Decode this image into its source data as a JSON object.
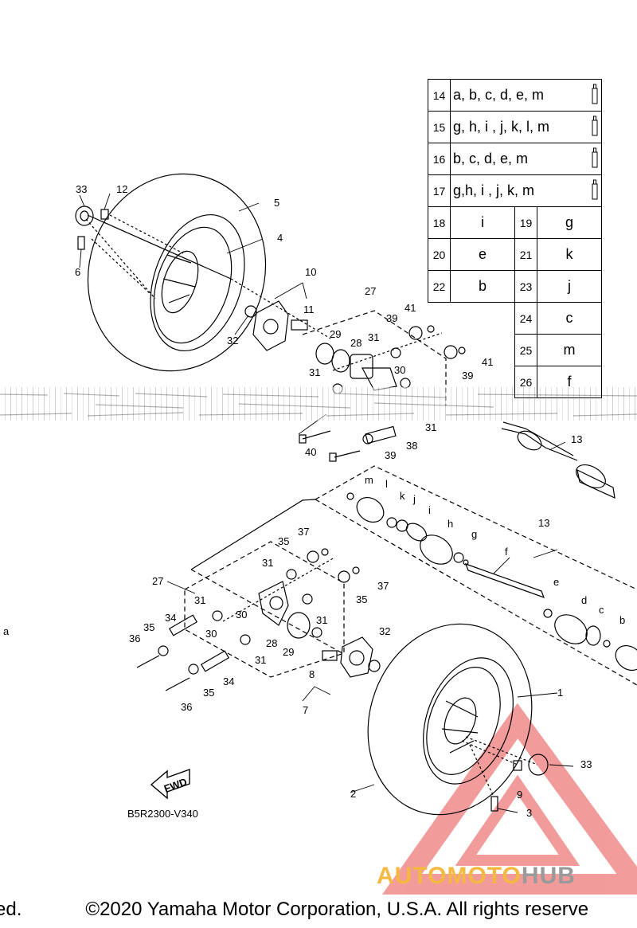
{
  "diagram": {
    "code": "B5R2300-V340",
    "fwd_label": "FWD",
    "footer_left": "ed.",
    "footer_right": "©2020 Yamaha Motor Corporation, U.S.A. All rights reserve",
    "watermark": {
      "part1": "AUTOMOTO",
      "part2": "HUB",
      "color1": "#f5b942",
      "color2": "#9a9a9a",
      "mark_color": "#e84a4a"
    }
  },
  "table": {
    "span_rows": [
      {
        "num": "14",
        "text": "a, b, c, d, e, m"
      },
      {
        "num": "15",
        "text": "g, h, i , j, k, l, m"
      },
      {
        "num": "16",
        "text": "b, c, d, e, m"
      },
      {
        "num": "17",
        "text": "g,h, i , j, k, m"
      }
    ],
    "pair_rows": [
      {
        "n1": "18",
        "v1": "i",
        "n2": "19",
        "v2": "g"
      },
      {
        "n1": "20",
        "v1": "e",
        "n2": "21",
        "v2": "k"
      },
      {
        "n1": "22",
        "v1": "b",
        "n2": "23",
        "v2": "j"
      }
    ],
    "single_rows": [
      {
        "num": "24",
        "val": "c"
      },
      {
        "num": "25",
        "val": "m"
      },
      {
        "num": "26",
        "val": "f"
      }
    ]
  },
  "callouts": {
    "c33a": "33",
    "c12": "12",
    "c5": "5",
    "c4": "4",
    "c6": "6",
    "c10": "10",
    "c11": "11",
    "c32a": "32",
    "c27a": "27",
    "c41a": "41",
    "c39a": "39",
    "c29a": "29",
    "c28a": "28",
    "c31a": "31",
    "c31b": "31",
    "c30a": "30",
    "c39b": "39",
    "c41b": "41",
    "c31c": "31",
    "c38": "38",
    "c39c": "39",
    "c40": "40",
    "c13a": "13",
    "c13b": "13",
    "cm": "m",
    "cl": "l",
    "ck": "k",
    "cj": "j",
    "ci": "i",
    "ch": "h",
    "cg": "g",
    "cf": "f",
    "ce": "e",
    "cd": "d",
    "cc": "c",
    "cb": "b",
    "ca": "a",
    "c37a": "37",
    "c35a": "35",
    "c31d": "31",
    "c37b": "37",
    "c35b": "35",
    "c27b": "27",
    "c31e": "31",
    "c30b": "30",
    "c31f": "31",
    "c34a": "34",
    "c35c": "35",
    "c36a": "36",
    "c30c": "30",
    "c28b": "28",
    "c31g": "31",
    "c29b": "29",
    "c32b": "32",
    "c8": "8",
    "c34b": "34",
    "c35d": "35",
    "c36b": "36",
    "c7": "7",
    "c1": "1",
    "c33b": "33",
    "c9": "9",
    "c3": "3",
    "c2": "2"
  }
}
